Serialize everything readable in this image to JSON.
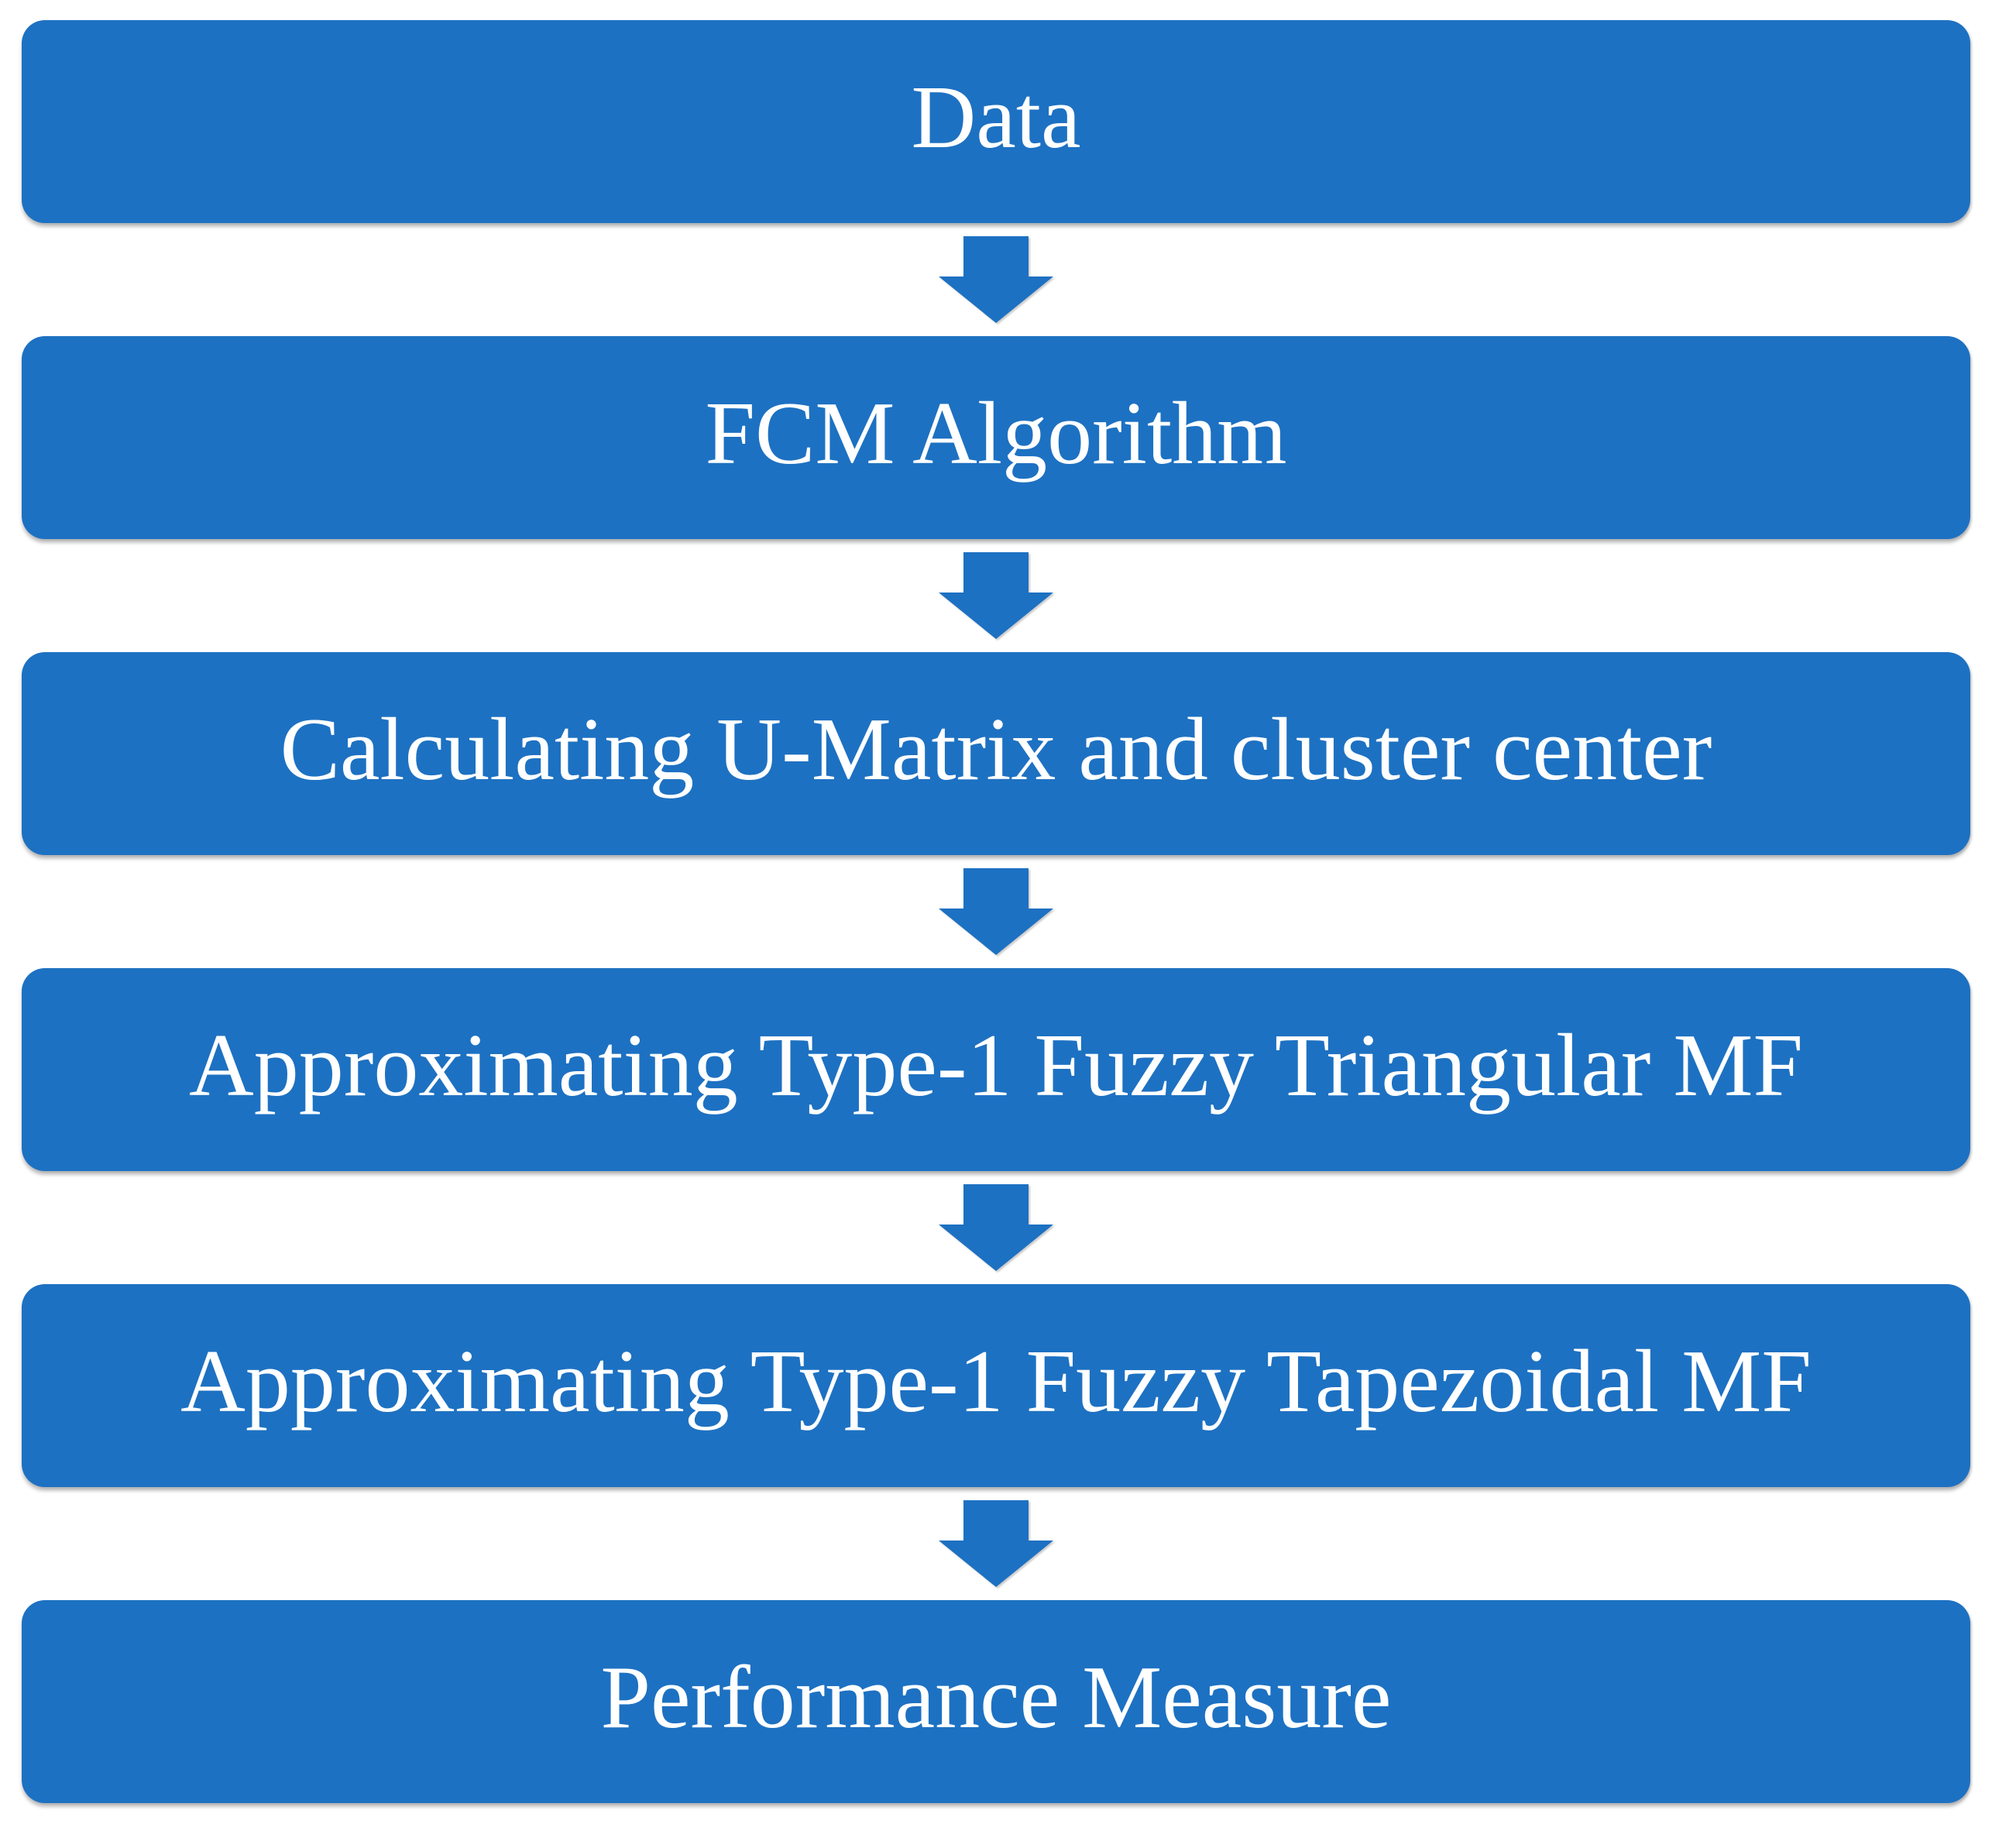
{
  "colors": {
    "box_fill": "#1d71c2",
    "arrow_fill": "#1d71c2",
    "label_text": "#ffffff",
    "background": "#ffffff"
  },
  "flowchart": {
    "connector": "down-arrow",
    "steps": [
      {
        "label": "Data"
      },
      {
        "label": "FCM Algorithm"
      },
      {
        "label": "Calculating U-Matrix and cluster center"
      },
      {
        "label": "Approximating Type-1 Fuzzy Triangular MF"
      },
      {
        "label": "Approximating Type-1 Fuzzy Tapezoidal MF"
      },
      {
        "label": "Performance Measure"
      }
    ]
  }
}
